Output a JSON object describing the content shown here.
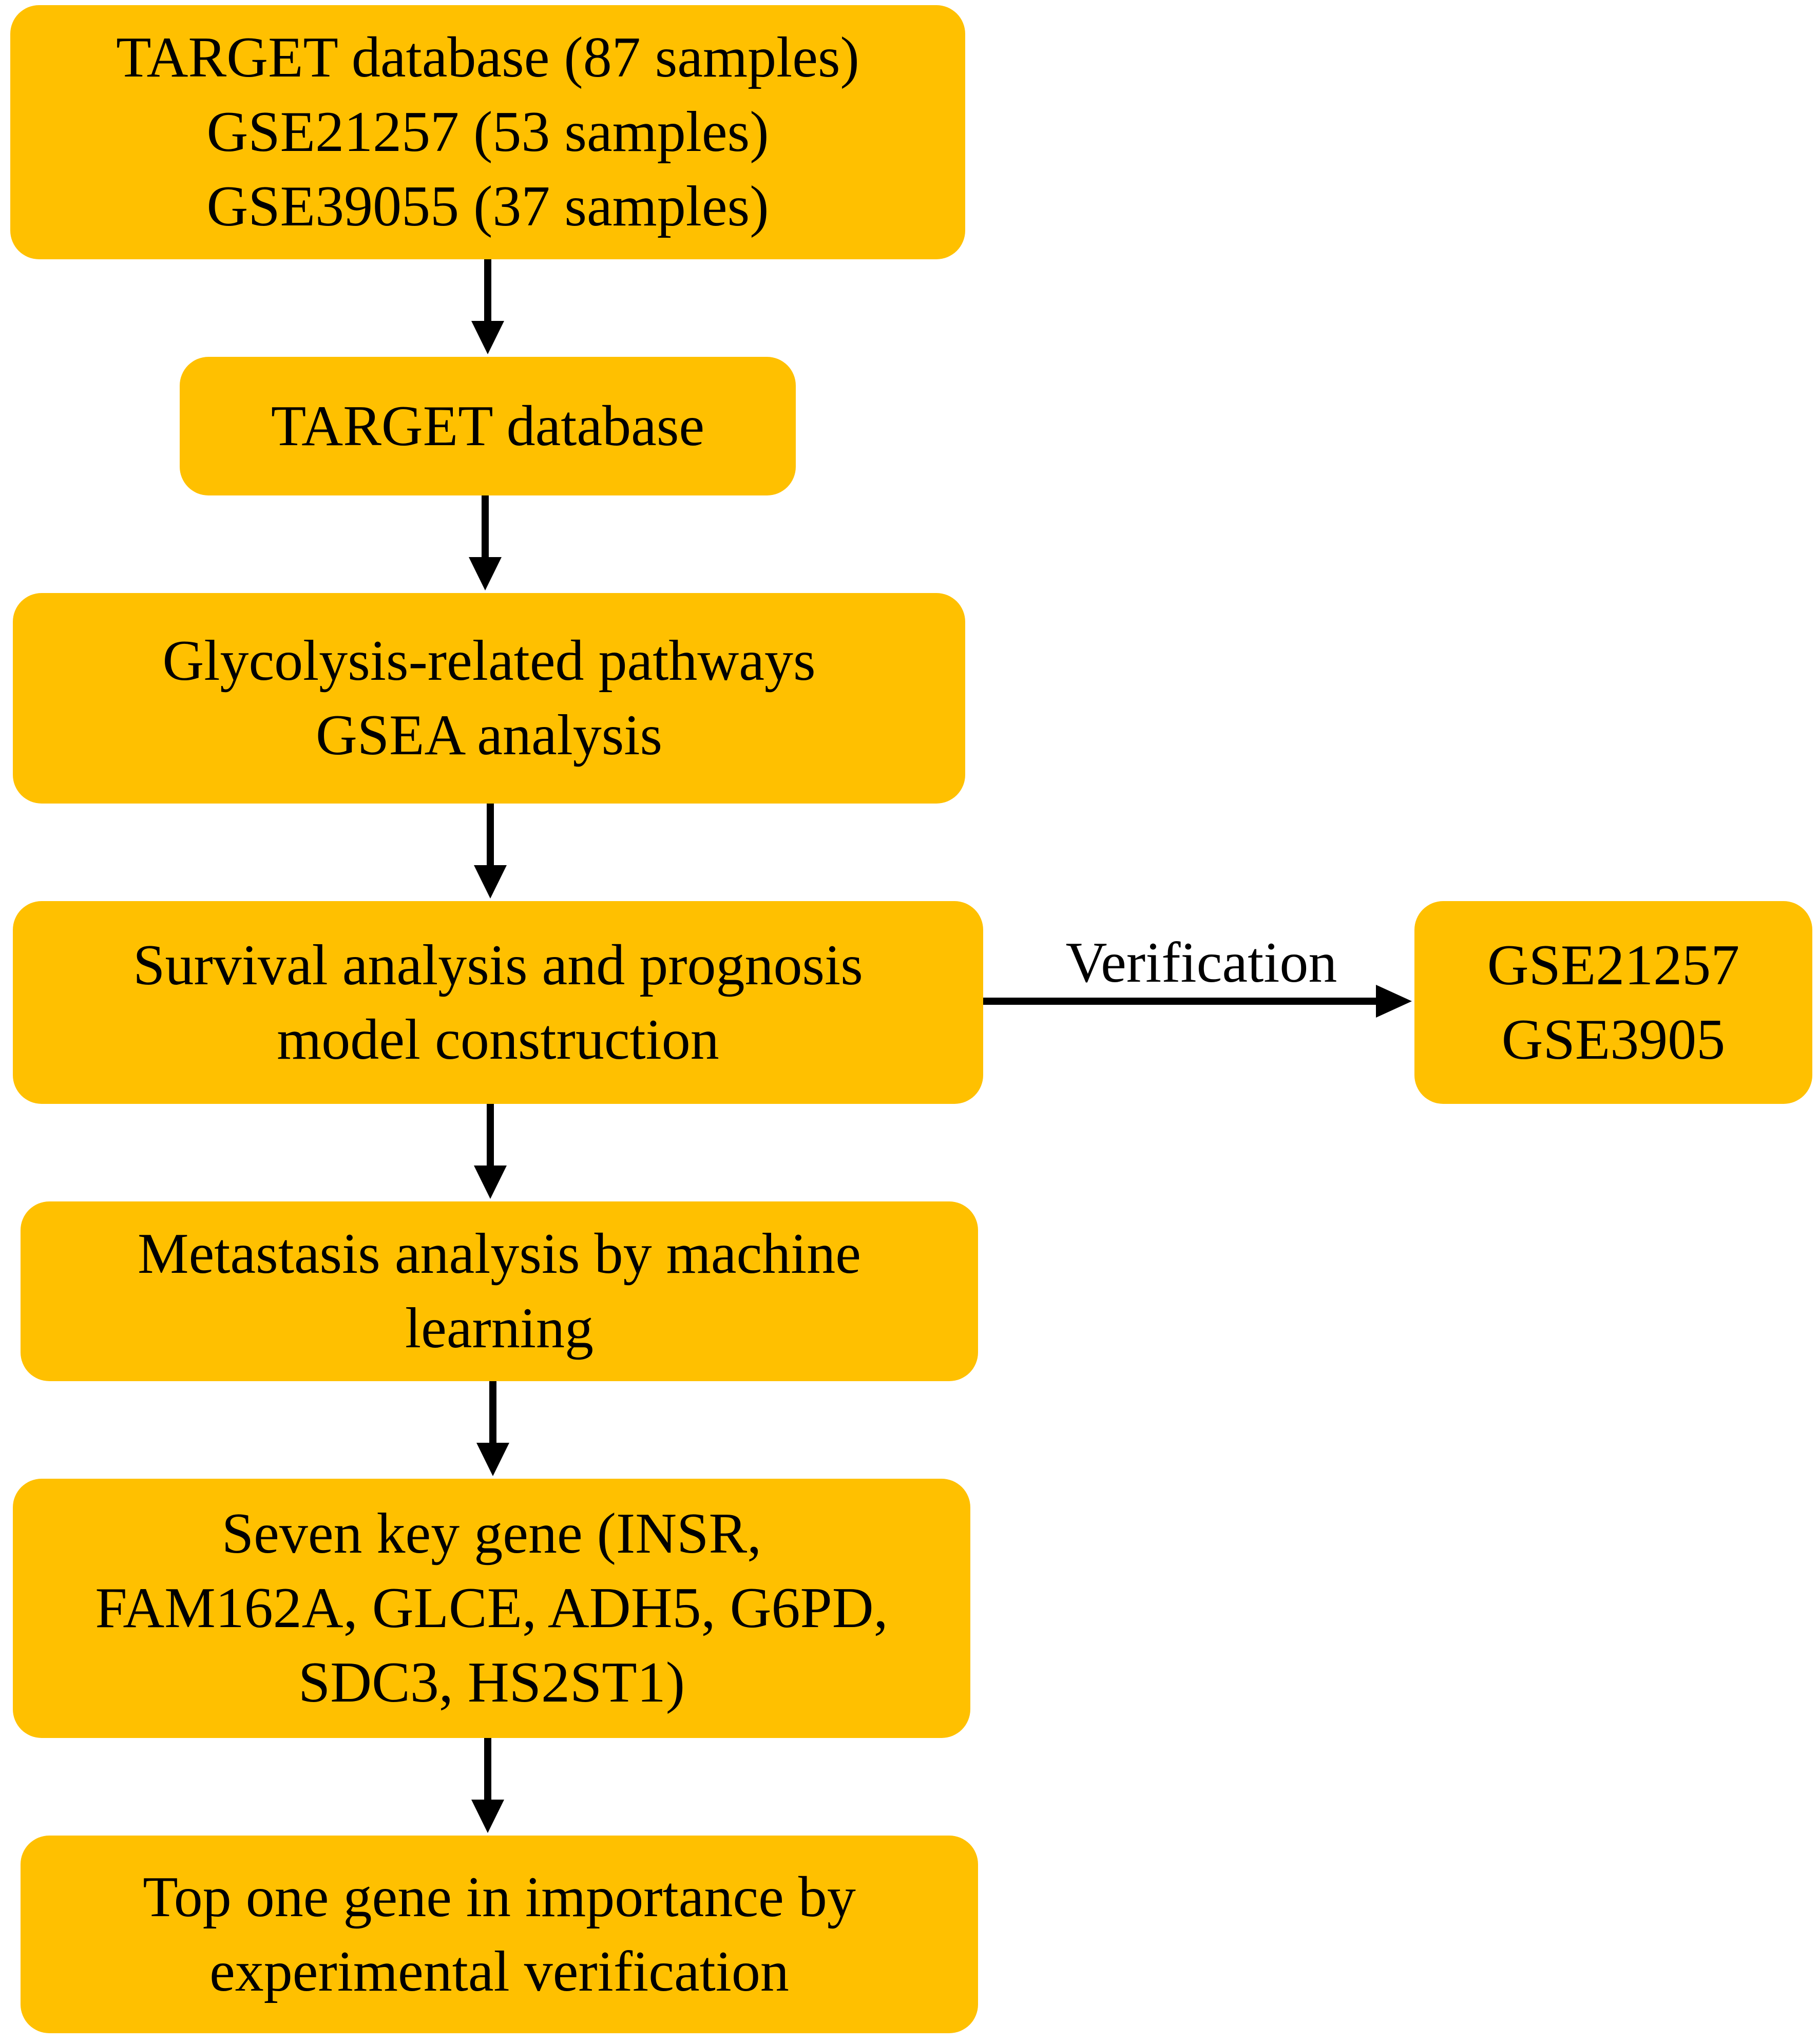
{
  "flowchart": {
    "box_color": "#FFC000",
    "arrow_color": "#000000",
    "boxes": [
      {
        "id": "data-sources",
        "lines": [
          "TARGET database (87 samples)",
          "GSE21257 (53 samples)",
          "GSE39055 (37 samples)"
        ]
      },
      {
        "id": "target-database",
        "lines": [
          "TARGET database"
        ]
      },
      {
        "id": "glycolysis-gsea",
        "lines": [
          "Glycolysis-related pathways",
          "GSEA analysis"
        ]
      },
      {
        "id": "survival-prognosis",
        "lines": [
          "Survival analysis and prognosis",
          "model construction"
        ]
      },
      {
        "id": "metastasis-ml",
        "lines": [
          "Metastasis analysis by machine",
          "learning"
        ]
      },
      {
        "id": "seven-key-genes",
        "lines": [
          "Seven key gene (INSR,",
          "FAM162A, GLCE, ADH5, G6PD,",
          "SDC3, HS2ST1)"
        ]
      },
      {
        "id": "top-gene-verification",
        "lines": [
          "Top one gene in importance by",
          "experimental verification"
        ]
      },
      {
        "id": "validation-sets",
        "lines": [
          "GSE21257",
          "GSE3905"
        ]
      }
    ],
    "edges": [
      {
        "from": "data-sources",
        "to": "target-database",
        "label": ""
      },
      {
        "from": "target-database",
        "to": "glycolysis-gsea",
        "label": ""
      },
      {
        "from": "glycolysis-gsea",
        "to": "survival-prognosis",
        "label": ""
      },
      {
        "from": "survival-prognosis",
        "to": "metastasis-ml",
        "label": ""
      },
      {
        "from": "metastasis-ml",
        "to": "seven-key-genes",
        "label": ""
      },
      {
        "from": "seven-key-genes",
        "to": "top-gene-verification",
        "label": ""
      },
      {
        "from": "survival-prognosis",
        "to": "validation-sets",
        "label": "Verification"
      }
    ]
  }
}
